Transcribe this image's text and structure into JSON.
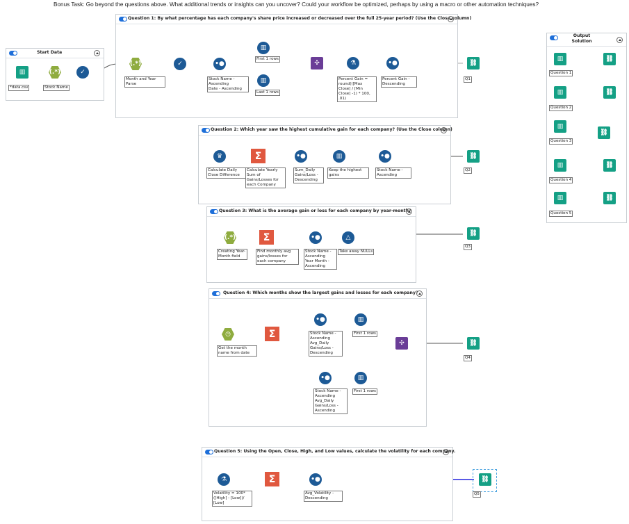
{
  "bonus_text": "Bonus Task: Go beyond the questions above. What additional trends or insights can you uncover? Could your workflow be optimized, perhaps by using a macro or other automation techniques?",
  "containers": {
    "start": {
      "title": "Start Data"
    },
    "q1": {
      "title": "Question 1: By what percentage has each company's share price increased or decreased over the full 25-year period? (Use the Close column)"
    },
    "q2": {
      "title": "Question 2: Which year saw the highest cumulative gain for each company? (Use the Close column)"
    },
    "q3": {
      "title": "Question 3: What is the average gain or loss for each company by year-month?"
    },
    "q4": {
      "title": "Question 4: Which months show the largest gains and losses for each company?"
    },
    "q5": {
      "title": "Question 5: Using the Open, Close, High, and Low values, calculate the volatility for each company."
    },
    "output": {
      "title": "Output Solution"
    }
  },
  "labels": {
    "start_input": "*data.csv",
    "start_regex": "Stock Name",
    "q1_regex": "Month and Year Parse",
    "q1_sort": "Stock Name -\nAscending\nDate - Ascending",
    "q1_first": "First 1 rows",
    "q1_last": "Last 1 rows",
    "q1_formula": "Percent Gain =\nround(([Max\nClose] / [Min\nClose] -1) * 100,\n.01)",
    "q1_sort2": "Percent Gain -\nDescending",
    "q1_out": "Q1",
    "q2_multirow": "Calculate Daily\nClose Difference",
    "q2_summ": "Calculate Yearly\nSum of\nGains/Losses for\neach Company",
    "q2_sort": "Sum_Daily\nGains/Loss -\nDescending",
    "q2_sample": "Keep the highest\ngains",
    "q2_sort2": "Stock Name -\nAscending",
    "q2_out": "Q2",
    "q3_regex": "Creating Year-\nMonth field",
    "q3_summ": "Find monthly avg\ngains/losses for\neach company",
    "q3_sort": "Stock Name -\nAscending\nYear Month -\nAscending",
    "q3_filter": "Take away NULLs",
    "q3_out": "Q3",
    "q4_datetime": "Get the month\nname from date",
    "q4_sort_top": "Stock Name -\nAscending\nAvg_Daily\nGains/Loss -\nDescending",
    "q4_first_top": "First 1 rows",
    "q4_sort_bot": "Stock Name -\nAscending\nAvg_Daily\nGains/Loss -\nAscending",
    "q4_first_bot": "First 1 rows",
    "q4_out": "Q4",
    "q5_formula": "Volatility = 100*\n([High] - [Low])/\n[Low]",
    "q5_sort": "Avg_Volatility -\nDescending",
    "q5_out": "Q5",
    "out_q1": "Question 1",
    "out_q2": "Question 2",
    "out_q3": "Question 3",
    "out_q4": "Question 4",
    "out_q5": "Question 5"
  },
  "colors": {
    "accent": "#1e6fd9",
    "tool_blue": "#1d5a96",
    "summarize": "#e0583f",
    "regex": "#8fac3f",
    "join": "#6a3d97",
    "browse": "#14a085",
    "selected_wire": "#5a5ae6"
  }
}
